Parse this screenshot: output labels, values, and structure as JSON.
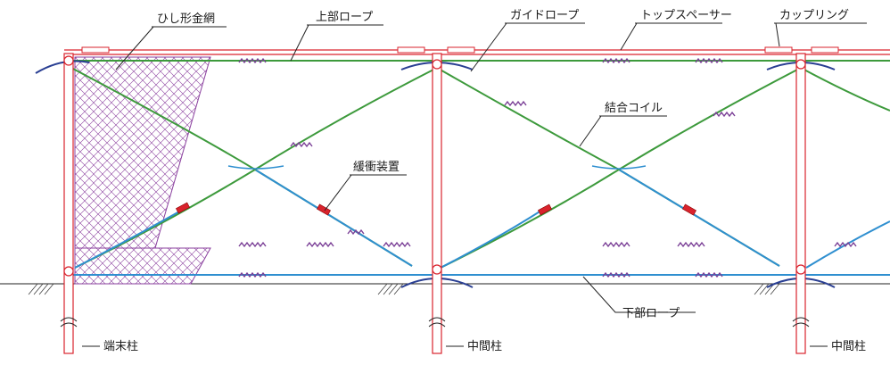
{
  "labels": {
    "hishigata": "ひし形金網",
    "jobu_rope": "上部ロープ",
    "guide_rope": "ガイドロープ",
    "top_spacer": "トップスペーサー",
    "coupling": "カップリング",
    "ketsugo_coil": "結合コイル",
    "kansho_sochi": "緩衝装置",
    "kabu_rope": "下部ロープ",
    "tanmatsu_chu": "端末柱",
    "chukan_chu_1": "中間柱",
    "chukan_chu_2": "中間柱"
  },
  "colors": {
    "post": "#d9232d",
    "green_rope": "#3d9a3c",
    "blue_rope": "#2f8fd0",
    "coil": "#7a3f96",
    "mesh": "#8a3f9e",
    "guide_arc": "#2a3f93",
    "leader": "#222222"
  }
}
